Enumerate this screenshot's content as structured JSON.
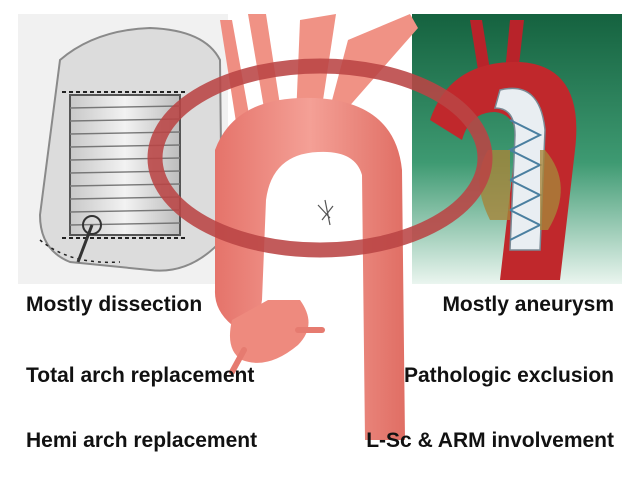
{
  "left_column": [
    "Mostly dissection",
    "Total arch replacement",
    "Hemi arch replacement"
  ],
  "right_column": [
    "Mostly aneurysm",
    "Pathologic exclusion",
    "L-Sc & ARM involvement"
  ],
  "colors": {
    "green_panel": "#1f7a57",
    "aorta": "#f0897c",
    "ellipse": "#c0504d"
  }
}
